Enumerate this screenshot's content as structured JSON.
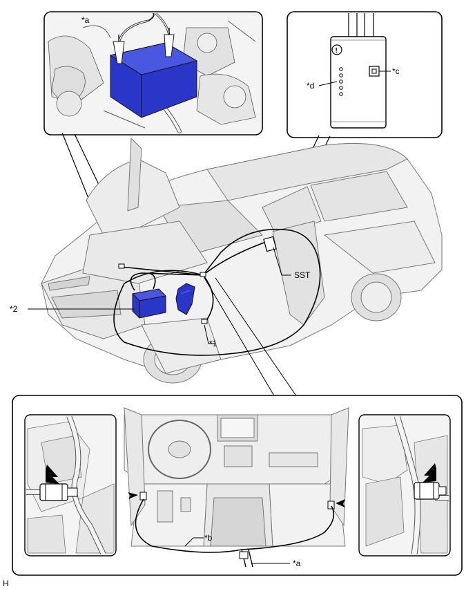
{
  "labels": {
    "a_top": "*a",
    "c": "*c",
    "d": "*d",
    "two": "*2",
    "one": "*1",
    "sst": "SST",
    "b": "*b",
    "a_bottom": "*a",
    "h": "H"
  },
  "colors": {
    "battery_blue": "#2a36c8",
    "battery_light": "#4a57e0",
    "line": "#000000",
    "car_fill": "#f2f2f2",
    "car_shade": "#dcdcdc"
  },
  "icons": {
    "tester_power": "power-icon",
    "tester_button": "square-button-icon",
    "arrows": "black-arrow-icon"
  }
}
